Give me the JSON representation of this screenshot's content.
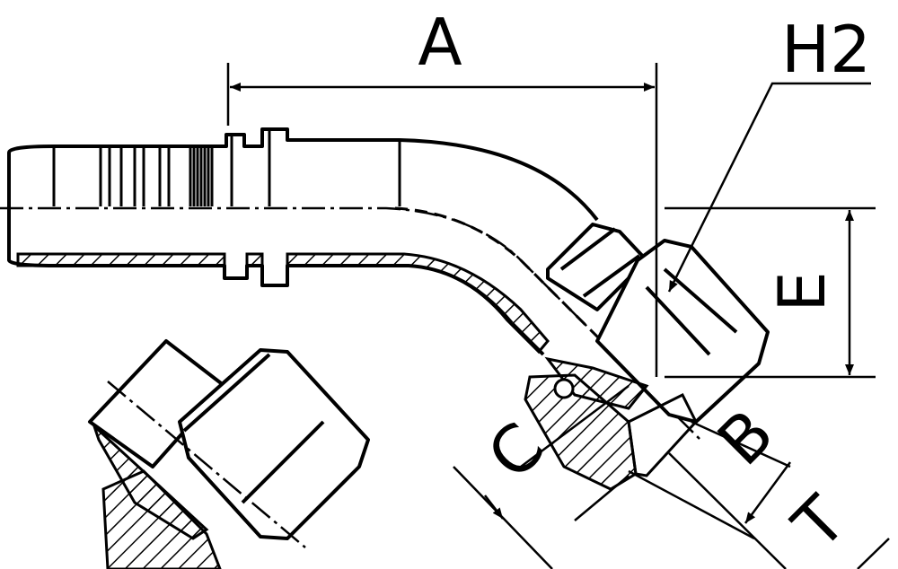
{
  "dimension_labels": {
    "a": "A",
    "h2": "H2",
    "e": "E",
    "b": "B",
    "c": "C",
    "t": "T"
  },
  "colors": {
    "line": "#000000",
    "background": "#ffffff"
  }
}
